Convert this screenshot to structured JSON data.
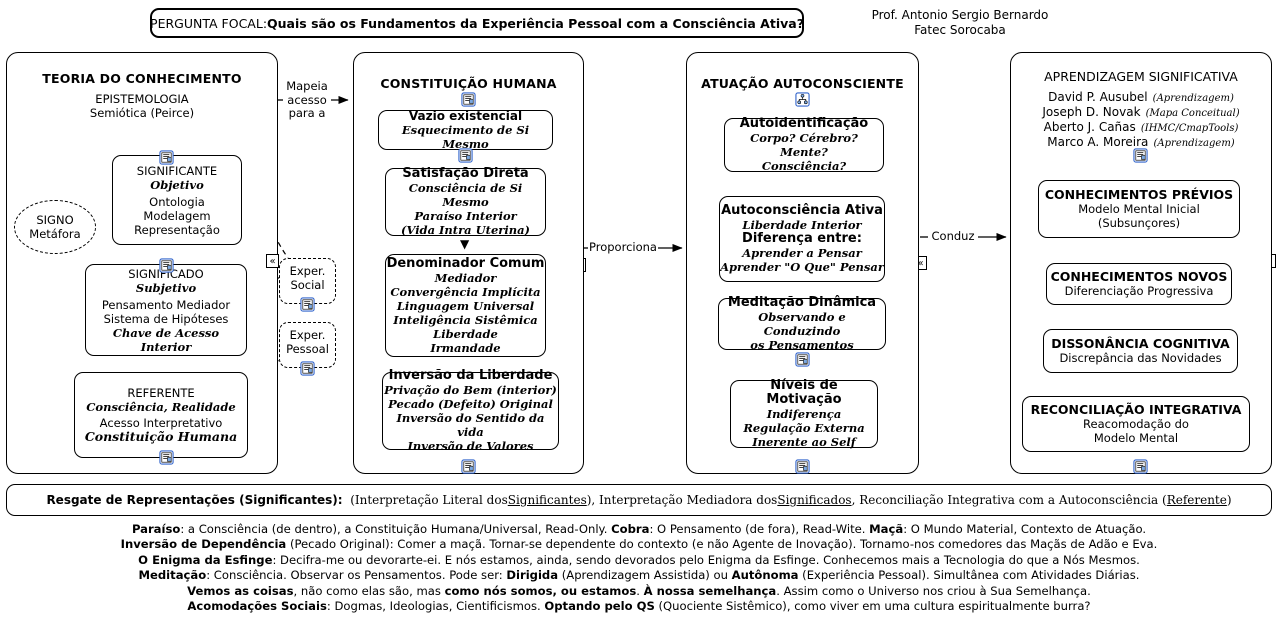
{
  "header": {
    "focal_prefix": "PERGUNTA FOCAL:",
    "focal_question": "Quais são os Fundamentos da Experiência Pessoal com a Consciência Ativa?",
    "author_name": "Prof. Antonio Sergio Bernardo",
    "author_affiliation": "Fatec Sorocaba"
  },
  "panels": {
    "teoria": {
      "title": "TEORIA DO CONHECIMENTO",
      "subtitle_1": "EPISTEMOLOGIA",
      "subtitle_2": "Semiótica (Peirce)",
      "signo": {
        "line1": "SIGNO",
        "line2": "Metáfora"
      },
      "significante": {
        "title": "SIGNIFICANTE",
        "script": "Objetivo",
        "lines": [
          "Ontologia",
          "Modelagem",
          "Representação"
        ]
      },
      "significado": {
        "title": "SIGNIFICADO",
        "script": "Subjetivo",
        "lines": [
          "Pensamento Mediador",
          "Sistema de Hipóteses"
        ],
        "script_line": "Chave de Acesso Interior"
      },
      "referente": {
        "title": "REFERENTE",
        "script": "Consciência, Realidade",
        "lines": [
          "Acesso Interpretativo"
        ],
        "script_line": "Constituição Humana"
      }
    },
    "experiencias": {
      "social": {
        "line1": "Exper.",
        "line2": "Social"
      },
      "pessoal": {
        "line1": "Exper.",
        "line2": "Pessoal"
      }
    },
    "constituicao": {
      "title": "CONSTITUIÇÃO HUMANA",
      "nodes": [
        {
          "title": "Vazio existencial",
          "lines": [
            "Esquecimento de Si Mesmo"
          ]
        },
        {
          "title": "Satisfação Direta",
          "lines": [
            "Consciência de Si Mesmo",
            "Paraíso Interior",
            "(Vida Intra Uterina)"
          ]
        },
        {
          "title": "Denominador Comum",
          "lines": [
            "Mediador",
            "Convergência Implícita",
            "Linguagem Universal",
            "Inteligência Sistêmica",
            "Liberdade",
            "Irmandade"
          ]
        },
        {
          "title": "Inversão da Liberdade",
          "lines": [
            "Privação do Bem (interior)",
            "Pecado (Defeito) Original",
            "Inversão do Sentido da vida",
            "Inversão de Valores"
          ]
        }
      ]
    },
    "atuacao": {
      "title": "ATUAÇÃO AUTOCONSCIENTE",
      "nodes": [
        {
          "title": "Autoidentificação",
          "lines": [
            "Corpo? Cérebro? Mente?",
            "Consciência?"
          ]
        },
        {
          "title": "Autoconsciência Ativa",
          "lines": [
            "Liberdade Interior"
          ],
          "title2": "Diferença entre:",
          "lines2": [
            "Aprender a Pensar",
            "Aprender \"O Que\" Pensar"
          ]
        },
        {
          "title": "Meditação Dinâmica",
          "lines": [
            "Observando e Conduzindo",
            "os Pensamentos"
          ]
        },
        {
          "title": "Níveis de Motivação",
          "lines": [
            "Indiferença",
            "Regulação Externa",
            "Inerente ao Self"
          ]
        }
      ]
    },
    "aprendizagem": {
      "title": "APRENDIZAGEM SIGNIFICATIVA",
      "authors": [
        {
          "name": "David P. Ausubel",
          "note": "(Aprendizagem)"
        },
        {
          "name": "Joseph D. Novak",
          "note": "(Mapa Conceitual)"
        },
        {
          "name": "Aberto J. Cañas",
          "note": "(IHMC/CmapTools)"
        },
        {
          "name": "Marco A. Moreira",
          "note": "(Aprendizagem)"
        }
      ],
      "nodes": [
        {
          "title": "CONHECIMENTOS PRÉVIOS",
          "lines": [
            "Modelo Mental Inicial",
            "(Subsunçores)"
          ]
        },
        {
          "title": "CONHECIMENTOS NOVOS",
          "lines": [
            "Diferenciação Progressiva"
          ]
        },
        {
          "title": "DISSONÂNCIA COGNITIVA",
          "lines": [
            "Discrepância das Novidades"
          ]
        },
        {
          "title": "RECONCILIAÇÃO INTEGRATIVA",
          "lines": [
            "Reacomodação do",
            "Modelo Mental"
          ]
        }
      ]
    }
  },
  "link_labels": {
    "mapeia": "Mapeia\nacesso\npara a",
    "mapeia_l1": "Mapeia",
    "mapeia_l2": "acesso",
    "mapeia_l3": "para a",
    "proporciona": "Proporciona",
    "conduz": "Conduz"
  },
  "legend_bar": {
    "lead": "Resgate de Representações (Significantes):",
    "part1_open": "(Interpretação Literal dos ",
    "part1_underline": "Significantes",
    "part1_close": "), Interpretação Mediadora dos ",
    "part2_underline": "Significados",
    "part2_close": ", Reconciliação Integrativa com a Autoconsciência (",
    "part3_underline": "Referente",
    "part3_close": ")"
  },
  "notes": [
    {
      "segments": [
        {
          "t": "Paraíso",
          "b": true
        },
        {
          "t": ": a Consciência (de dentro), a Constituição Humana/Universal, Read-Only.   ",
          "b": false
        },
        {
          "t": "Cobra",
          "b": true
        },
        {
          "t": ": O Pensamento (de fora), Read-Wite.   ",
          "b": false
        },
        {
          "t": "Maçã",
          "b": true
        },
        {
          "t": ": O Mundo Material, Contexto de Atuação.",
          "b": false
        }
      ]
    },
    {
      "segments": [
        {
          "t": "Inversão de Dependência",
          "b": true
        },
        {
          "t": " (Pecado Original): Comer a maçã. Tornar-se dependente do contexto (e não Agente de Inovação). Tornamo-nos comedores das Maçãs de Adão e Eva.",
          "b": false
        }
      ]
    },
    {
      "segments": [
        {
          "t": "O Enigma da Esfinge",
          "b": true
        },
        {
          "t": ": Decifra-me ou devorarte-ei. E nós estamos, ainda, sendo devorados pelo Enigma da Esfinge. Conhecemos mais a Tecnologia do que a Nós Mesmos.",
          "b": false
        }
      ]
    },
    {
      "segments": [
        {
          "t": "Meditação",
          "b": true
        },
        {
          "t": ": Consciência. Observar os Pensamentos. Pode ser: ",
          "b": false
        },
        {
          "t": "Dirigida",
          "b": true
        },
        {
          "t": " (Aprendizagem Assistida) ou ",
          "b": false
        },
        {
          "t": "Autônoma",
          "b": true
        },
        {
          "t": " (Experiência Pessoal). Simultânea com Atividades Diárias.",
          "b": false
        }
      ]
    },
    {
      "segments": [
        {
          "t": "Vemos as coisas",
          "b": true
        },
        {
          "t": ", não como elas são, mas ",
          "b": false
        },
        {
          "t": "como nós somos, ou estamos",
          "b": true
        },
        {
          "t": ". ",
          "b": false
        },
        {
          "t": "À nossa semelhança",
          "b": true
        },
        {
          "t": ". Assim como o Universo nos criou à Sua Semelhança.",
          "b": false
        }
      ]
    },
    {
      "segments": [
        {
          "t": "Acomodações Sociais",
          "b": true
        },
        {
          "t": ": Dogmas, Ideologias, Cientificismos. ",
          "b": false
        },
        {
          "t": "Optando pelo QS",
          "b": true
        },
        {
          "t": " (Quociente Sistêmico), como viver em uma cultura espiritualmente burra?",
          "b": false
        }
      ]
    }
  ],
  "icons": {
    "resource": "resource-note-icon",
    "nested_map": "nested-map-icon",
    "collapse": "collapse-chevron-icon"
  },
  "colors": {
    "line": "#000000",
    "background": "#ffffff",
    "icon_border": "#3366cc",
    "icon_fill": "#ffffff"
  }
}
